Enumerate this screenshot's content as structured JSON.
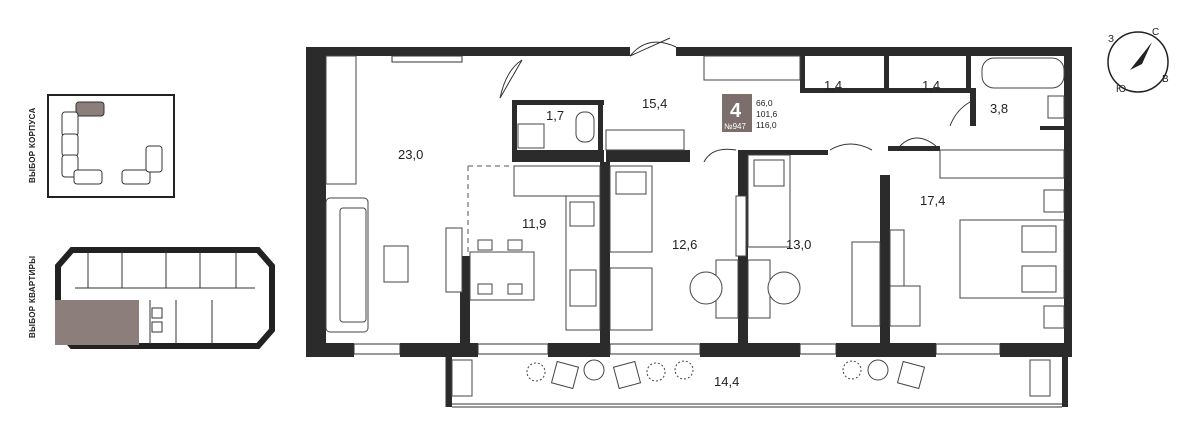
{
  "side_labels": {
    "building_select": "ВЫБОР КОРПУСА",
    "apartment_select": "ВЫБОР КВАРТИРЫ"
  },
  "apartment": {
    "rooms": "4",
    "number": "№947",
    "areas": [
      "66,0",
      "101,6",
      "116,0"
    ]
  },
  "room_areas": {
    "living": "23,0",
    "wc": "1,7",
    "hall": "15,4",
    "closet_1": "1,4",
    "closet_2": "1,4",
    "bath": "3,8",
    "kitchen": "11,9",
    "bedroom_1": "12,6",
    "bedroom_2": "13,0",
    "bedroom_master": "17,4",
    "balcony": "14,4"
  },
  "compass": {
    "north": "С",
    "west": "З",
    "east": "В",
    "south": "Ю"
  },
  "colors": {
    "wall": "#2b2b2b",
    "highlight": "#8b7e7b",
    "badge": "#7b6e6b"
  }
}
